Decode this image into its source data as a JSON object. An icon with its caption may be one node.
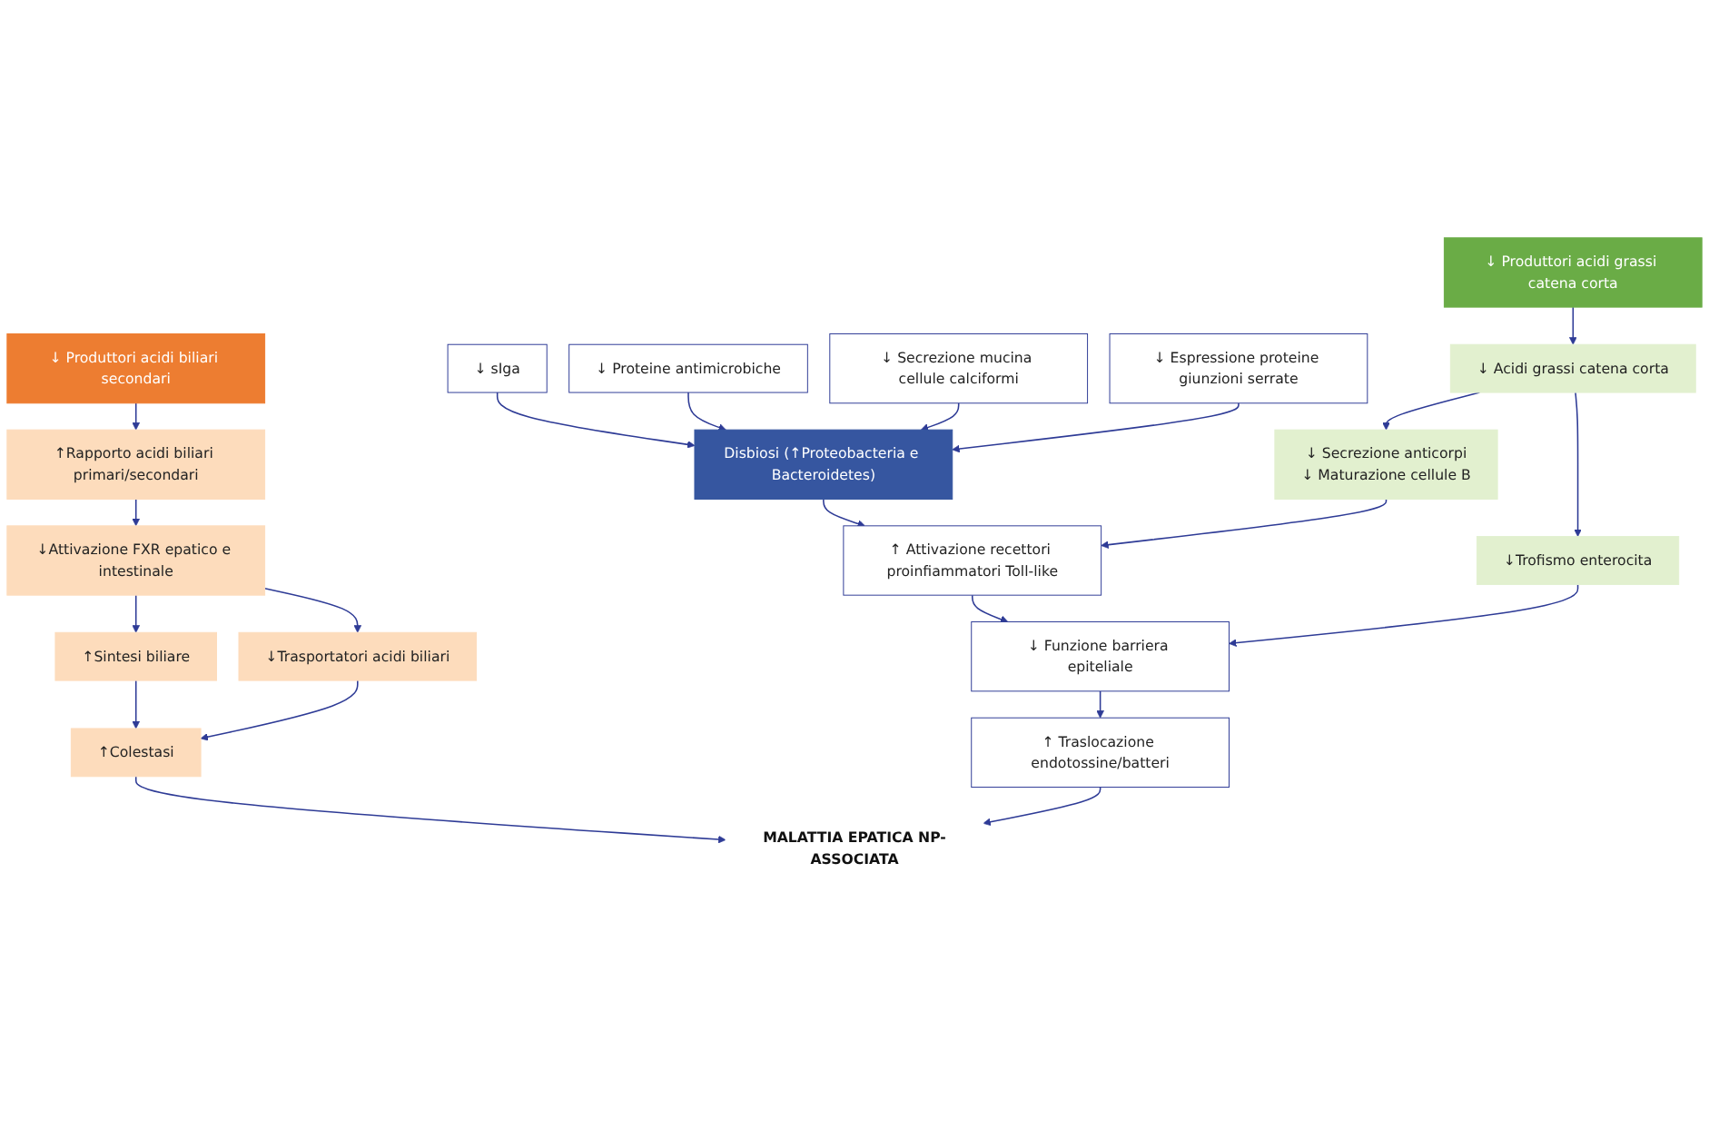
{
  "diagram": {
    "nodes": [
      {
        "text": [
          "↓ Produttori acidi biliari secondari"
        ]
      },
      {
        "text": [
          "↑Rapporto acidi biliari primari/secondari"
        ]
      },
      {
        "text": [
          "↓Attivazione FXR epatico e intestinale"
        ]
      },
      {
        "text": [
          "↑Sintesi biliare"
        ]
      },
      {
        "text": [
          "↓Trasportatori acidi biliari"
        ]
      },
      {
        "text": [
          "↑Colestasi"
        ]
      },
      {
        "text": [
          "MALATTIA EPATICA NP-ASSOCIATA"
        ]
      },
      {
        "text": [
          "↑ Traslocazione endotossine/batteri"
        ]
      },
      {
        "text": [
          "↓ Funzione barriera epiteliale"
        ]
      },
      {
        "text": [
          "↑ Attivazione recettori proinfiammatori Toll-like"
        ]
      },
      {
        "text": [
          "↓ Produttori acidi grassi catena corta"
        ]
      },
      {
        "text": [
          "↓ Acidi grassi catena corta"
        ]
      },
      {
        "text": [
          "↓Trofismo enterocita"
        ]
      },
      {
        "text": [
          "↓ Secrezione anticorpi",
          "↓ Maturazione cellule B"
        ]
      },
      {
        "text": [
          "Disbiosi (↑Proteobacteria e Bacteroidetes)"
        ]
      },
      {
        "text": [
          "↓ sIga"
        ]
      },
      {
        "text": [
          "↓ Proteine antimicrobiche"
        ]
      },
      {
        "text": [
          "↓ Secrezione mucina cellule calciformi"
        ]
      },
      {
        "text": [
          "↓ Espressione proteine giunzioni serrate"
        ]
      }
    ],
    "edges": [
      {
        "from": 0,
        "to": 1,
        "arrow": "to"
      },
      {
        "from": 1,
        "to": 2,
        "arrow": "to"
      },
      {
        "from": 2,
        "to": 3,
        "arrow": "to"
      },
      {
        "from": 2,
        "to": 4,
        "arrow": "to"
      },
      {
        "from": 3,
        "to": 5,
        "arrow": "to"
      },
      {
        "from": 4,
        "to": 5,
        "arrow": "to"
      },
      {
        "from": 5,
        "to": 6,
        "arrow": "to"
      },
      {
        "from": 7,
        "to": 6,
        "arrow": "to"
      },
      {
        "from": 8,
        "to": 7,
        "arrow": "to"
      },
      {
        "from": 9,
        "to": 8,
        "arrow": "to"
      },
      {
        "from": 14,
        "to": 9,
        "arrow": "to"
      },
      {
        "from": 10,
        "to": 11,
        "arrow": "to"
      },
      {
        "from": 11,
        "to": 12,
        "arrow": "to"
      },
      {
        "from": 11,
        "to": 13,
        "arrow": "to"
      },
      {
        "from": 12,
        "to": 8,
        "arrow": "to"
      },
      {
        "from": 13,
        "to": 9,
        "arrow": "to"
      },
      {
        "from": 15,
        "to": 14,
        "arrow": "to"
      },
      {
        "from": 16,
        "to": 14,
        "arrow": "to"
      },
      {
        "from": 17,
        "to": 14,
        "arrow": "to"
      },
      {
        "from": 18,
        "to": 14,
        "arrow": "to"
      }
    ]
  }
}
